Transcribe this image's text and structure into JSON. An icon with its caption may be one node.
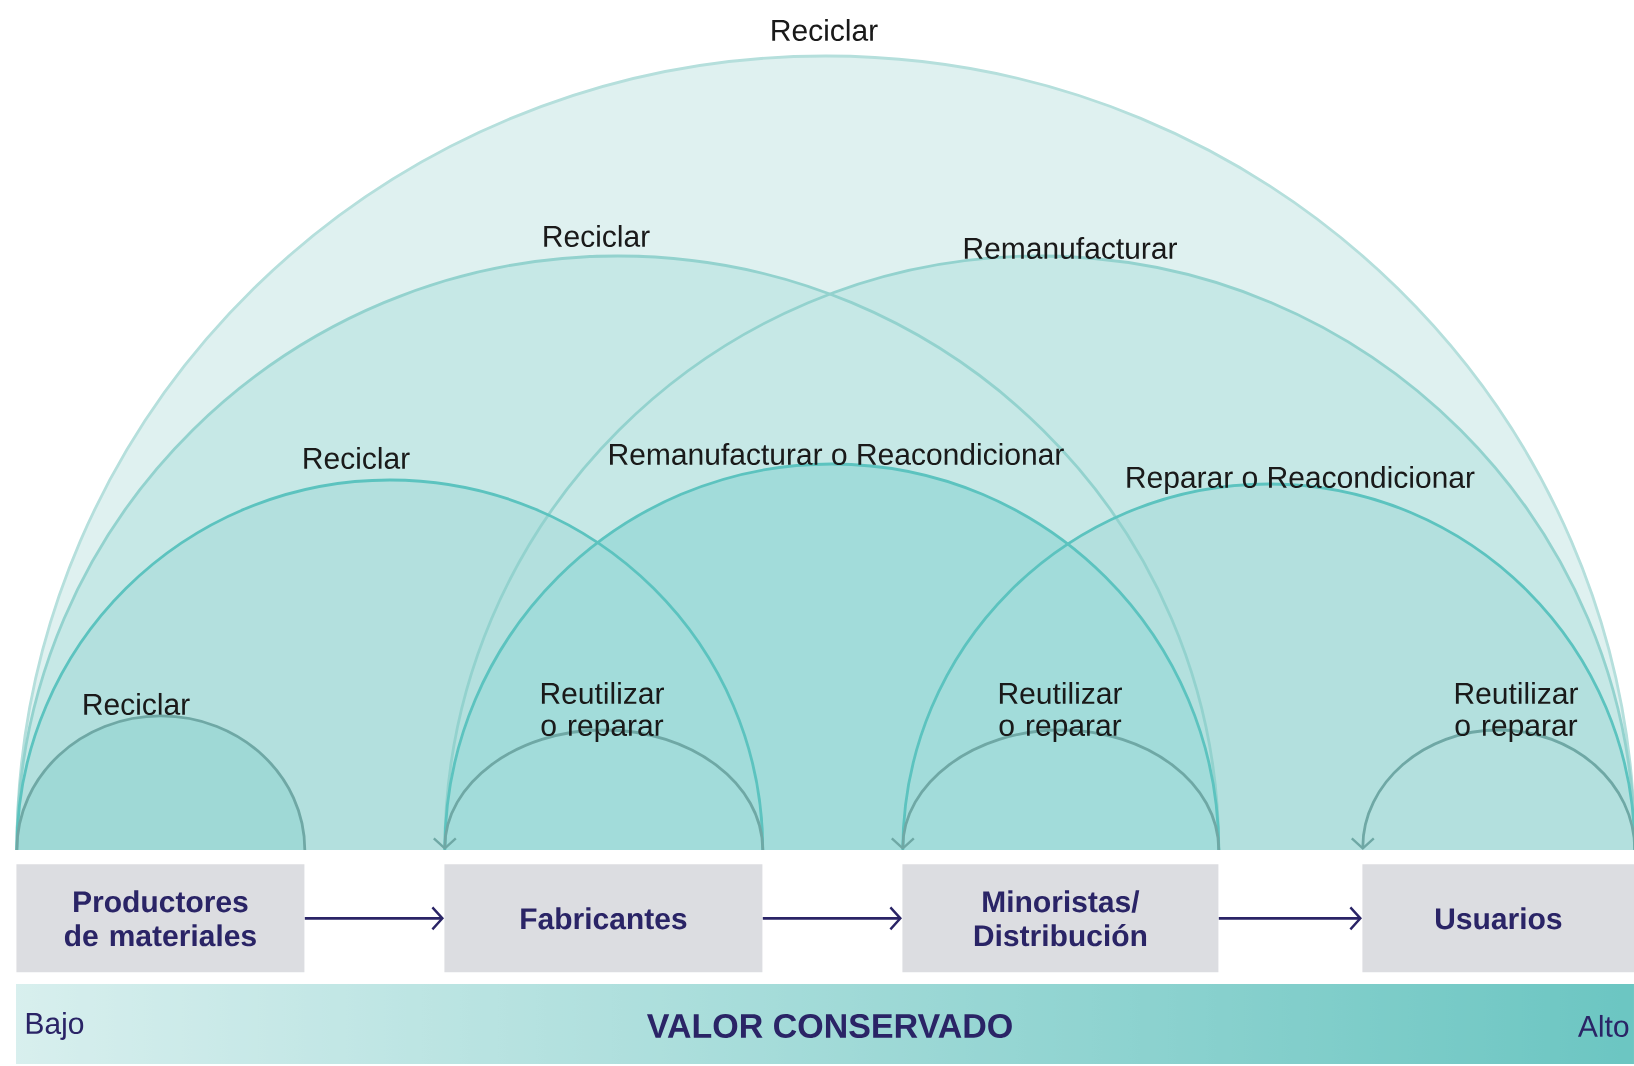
{
  "diagram": {
    "nodes": [
      {
        "text": [
          "Productores de materiales"
        ]
      },
      {
        "text": [
          "Fabricantes"
        ]
      },
      {
        "text": [
          "Minoristas/ Distribución"
        ]
      },
      {
        "text": [
          "Usuarios"
        ]
      }
    ],
    "edges": [
      {
        "from": 0,
        "to": 1,
        "arrow": "to",
        "color": "#2a2466"
      },
      {
        "from": 1,
        "to": 2,
        "arrow": "to",
        "color": "#2a2466"
      },
      {
        "from": 2,
        "to": 3,
        "arrow": "to",
        "color": "#2a2466"
      },
      {
        "from": 3,
        "to": 0,
        "arrow": "none",
        "label": "Reciclar",
        "color": "#b5dfdc"
      },
      {
        "from": 2,
        "to": 0,
        "arrow": "none",
        "label": "Reciclar",
        "color": "#93d2ce"
      },
      {
        "from": 3,
        "to": 1,
        "arrow": "none",
        "label": "Remanufacturar",
        "color": "#93d2ce"
      },
      {
        "from": 1,
        "to": 0,
        "arrow": "none",
        "label": "Reciclar",
        "color": "#5cc3bf"
      },
      {
        "from": 2,
        "to": 1,
        "arrow": "none",
        "label": "Remanufacturar o Reacondicionar",
        "color": "#5cc3bf"
      },
      {
        "from": 3,
        "to": 2,
        "arrow": "none",
        "label": "Reparar o Reacondicionar",
        "color": "#5cc3bf"
      },
      {
        "from": 0,
        "to": 0,
        "arrow": "none",
        "label": "Reciclar",
        "color": "#6fa8a5"
      },
      {
        "from": 1,
        "to": 1,
        "arrow": "to",
        "label": "Reutilizar o reparar",
        "color": "#6fa8a5"
      },
      {
        "from": 2,
        "to": 2,
        "arrow": "to",
        "label": "Reutilizar o reparar",
        "color": "#6fa8a5"
      },
      {
        "from": 3,
        "to": 3,
        "arrow": "to",
        "label": "Reutilizar o reparar",
        "color": "#6fa8a5"
      }
    ],
    "labels": [
      "Bajo",
      "VALOR CONSERVADO",
      "Alto"
    ]
  }
}
